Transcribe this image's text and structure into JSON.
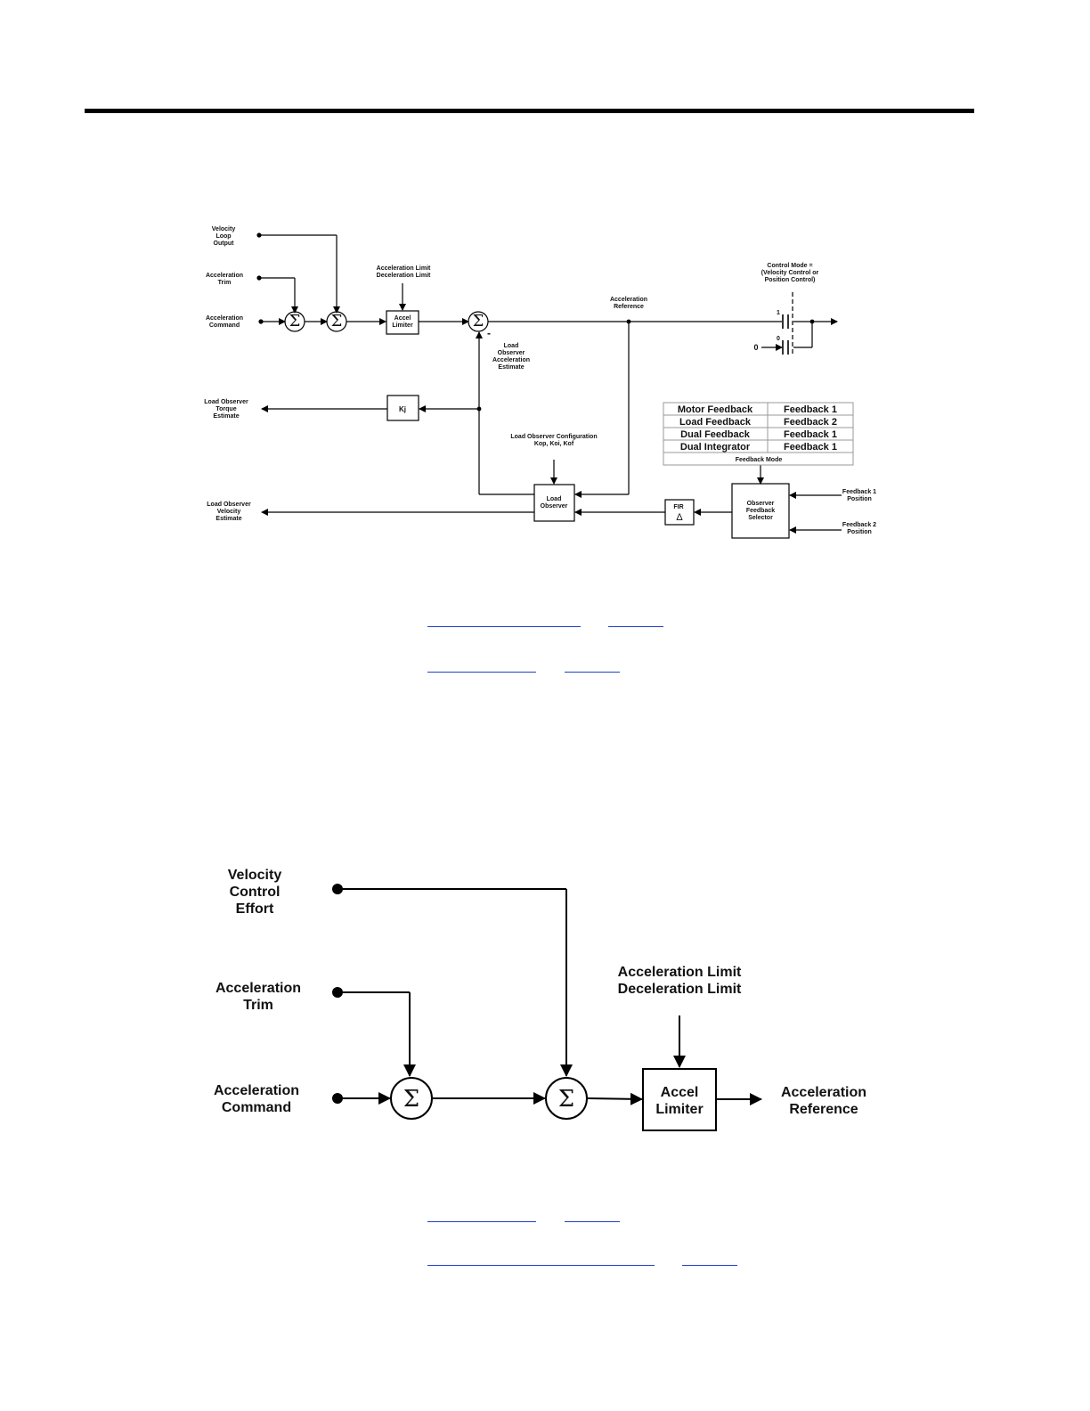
{
  "diagram1": {
    "inputs": {
      "velocity_loop_output": [
        "Velocity",
        "Loop",
        "Output"
      ],
      "acceleration_trim": [
        "Acceleration",
        "Trim"
      ],
      "acceleration_command": [
        "Acceleration",
        "Command"
      ]
    },
    "sum_symbol": "Σ",
    "accel_limit_label": [
      "Acceleration Limit",
      "Deceleration Limit"
    ],
    "accel_limiter_box": [
      "Accel",
      "Limiter"
    ],
    "minus_sign": "-",
    "acceleration_reference": [
      "Acceleration",
      "Reference"
    ],
    "control_mode": [
      "Control Mode =",
      "(Velocity Control or",
      "Position Control)"
    ],
    "switch_pos_1": "1",
    "switch_pos_0": "0",
    "zero_input": "0",
    "load_observer_accel_estimate": [
      "Load",
      "Observer",
      "Acceleration",
      "Estimate"
    ],
    "kj_box": "Kj",
    "load_observer_torque_estimate": [
      "Load Observer",
      "Torque",
      "Estimate"
    ],
    "load_observer_config": [
      "Load Observer Configuration",
      "Kop, Koi, Kof"
    ],
    "load_observer_box": [
      "Load",
      "Observer"
    ],
    "load_observer_velocity_estimate": [
      "Load Observer",
      "Velocity",
      "Estimate"
    ],
    "fir_box": [
      "FIR",
      "Δ"
    ],
    "observer_feedback_selector": [
      "Observer",
      "Feedback",
      "Selector"
    ],
    "feedback_1_position": [
      "Feedback 1",
      "Position"
    ],
    "feedback_2_position": [
      "Feedback 2",
      "Position"
    ],
    "feedback_table": {
      "rows": [
        [
          "Motor Feedback",
          "Feedback 1"
        ],
        [
          "Load Feedback",
          "Feedback 2"
        ],
        [
          "Dual Feedback",
          "Feedback 1"
        ],
        [
          "Dual Integrator",
          "Feedback 1"
        ]
      ],
      "footer": "Feedback Mode"
    }
  },
  "diagram2": {
    "velocity_control_effort": [
      "Velocity",
      "Control",
      "Effort"
    ],
    "acceleration_trim": [
      "Acceleration",
      "Trim"
    ],
    "acceleration_command": [
      "Acceleration",
      "Command"
    ],
    "sum_symbol": "Σ",
    "accel_limit_label": [
      "Acceleration Limit",
      "Deceleration Limit"
    ],
    "accel_limiter_box": [
      "Accel",
      "Limiter"
    ],
    "acceleration_reference": [
      "Acceleration",
      "Reference"
    ]
  },
  "colors": {
    "link": "#1f3fc7",
    "ink": "#000000"
  }
}
